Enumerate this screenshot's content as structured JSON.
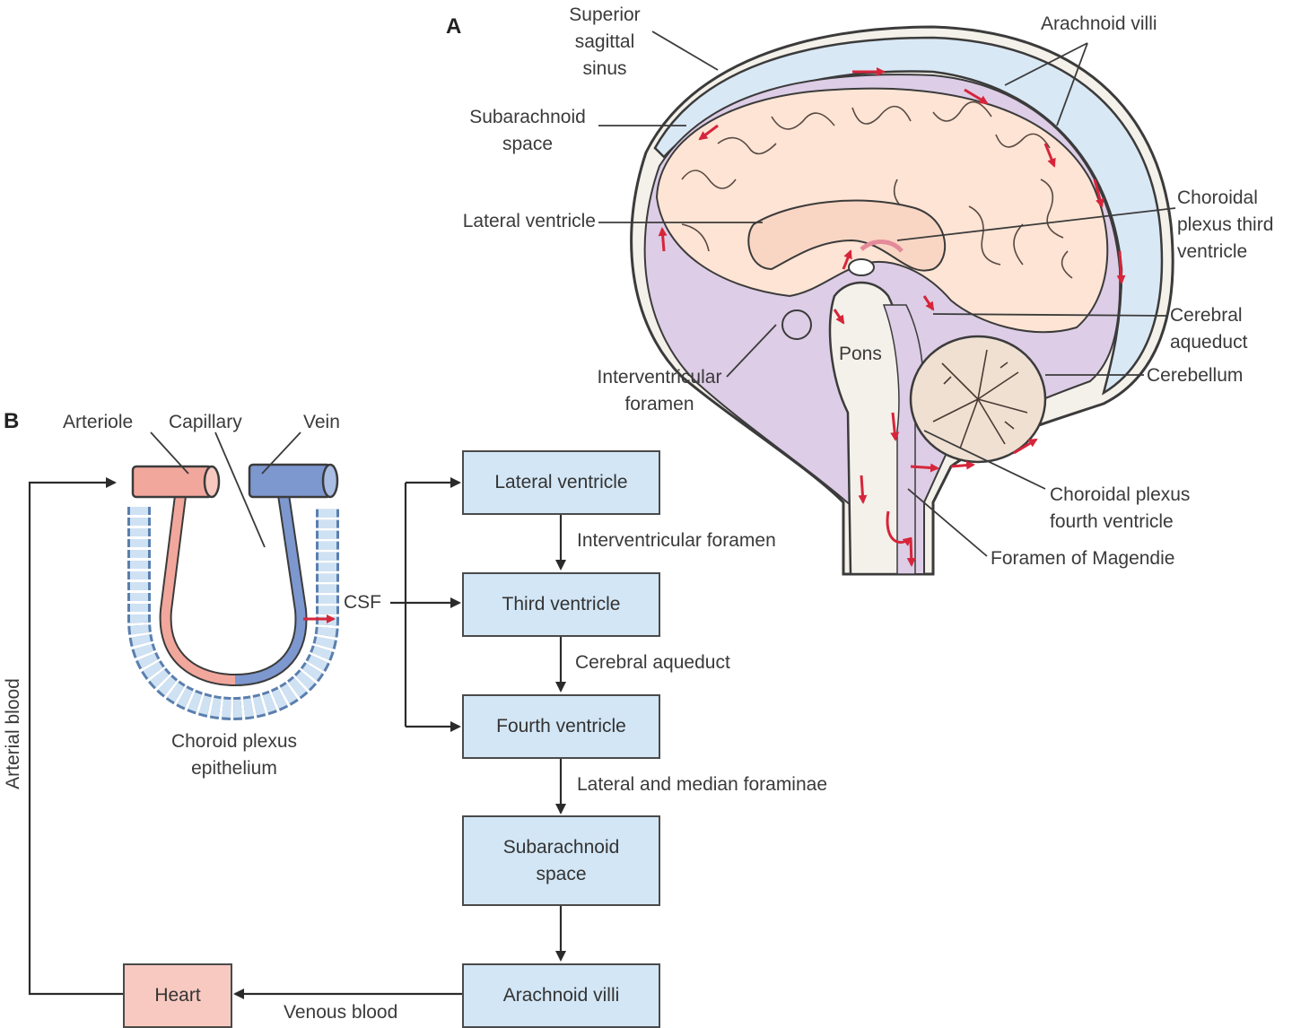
{
  "panel_a": {
    "letter": "A",
    "labels": {
      "superior_sagittal_sinus": "Superior\nsagittal\nsinus",
      "arachnoid_villi": "Arachnoid villi",
      "subarachnoid_space": "Subarachnoid\nspace",
      "lateral_ventricle": "Lateral ventricle",
      "choroidal_plexus_third": "Choroidal\nplexus third\nventricle",
      "cerebral_aqueduct": "Cerebral\naqueduct",
      "pons": "Pons",
      "interventricular_foramen": "Interventricular\nforamen",
      "cerebellum": "Cerebellum",
      "choroidal_plexus_fourth": "Choroidal plexus\nfourth ventricle",
      "foramen_of_magendie": "Foramen of Magendie"
    }
  },
  "panel_b": {
    "letter": "B",
    "labels": {
      "arteriole": "Arteriole",
      "capillary": "Capillary",
      "vein": "Vein",
      "choroid_plexus_epithelium": "Choroid plexus\nepithelium",
      "csf": "CSF",
      "arterial_blood": "Arterial blood",
      "venous_blood": "Venous blood"
    },
    "flow": {
      "boxes": [
        "Lateral ventricle",
        "Third ventricle",
        "Fourth ventricle",
        "Subarachnoid\nspace",
        "Arachnoid villi"
      ],
      "connectors": [
        "Interventricular foramen",
        "Cerebral aqueduct",
        "Lateral and median foraminae"
      ],
      "heart": "Heart"
    }
  },
  "colors": {
    "box_blue": "#d3e6f5",
    "box_pink": "#f7c9c0",
    "brain_tissue": "#fde4d4",
    "csf_purple": "#ddcde6",
    "sinus_blue": "#d9e8f5",
    "flow_arrow_red": "#d6253a",
    "artery": "#f2a79d",
    "vein": "#7d97cf",
    "epithelium": "#cfe2f3"
  }
}
